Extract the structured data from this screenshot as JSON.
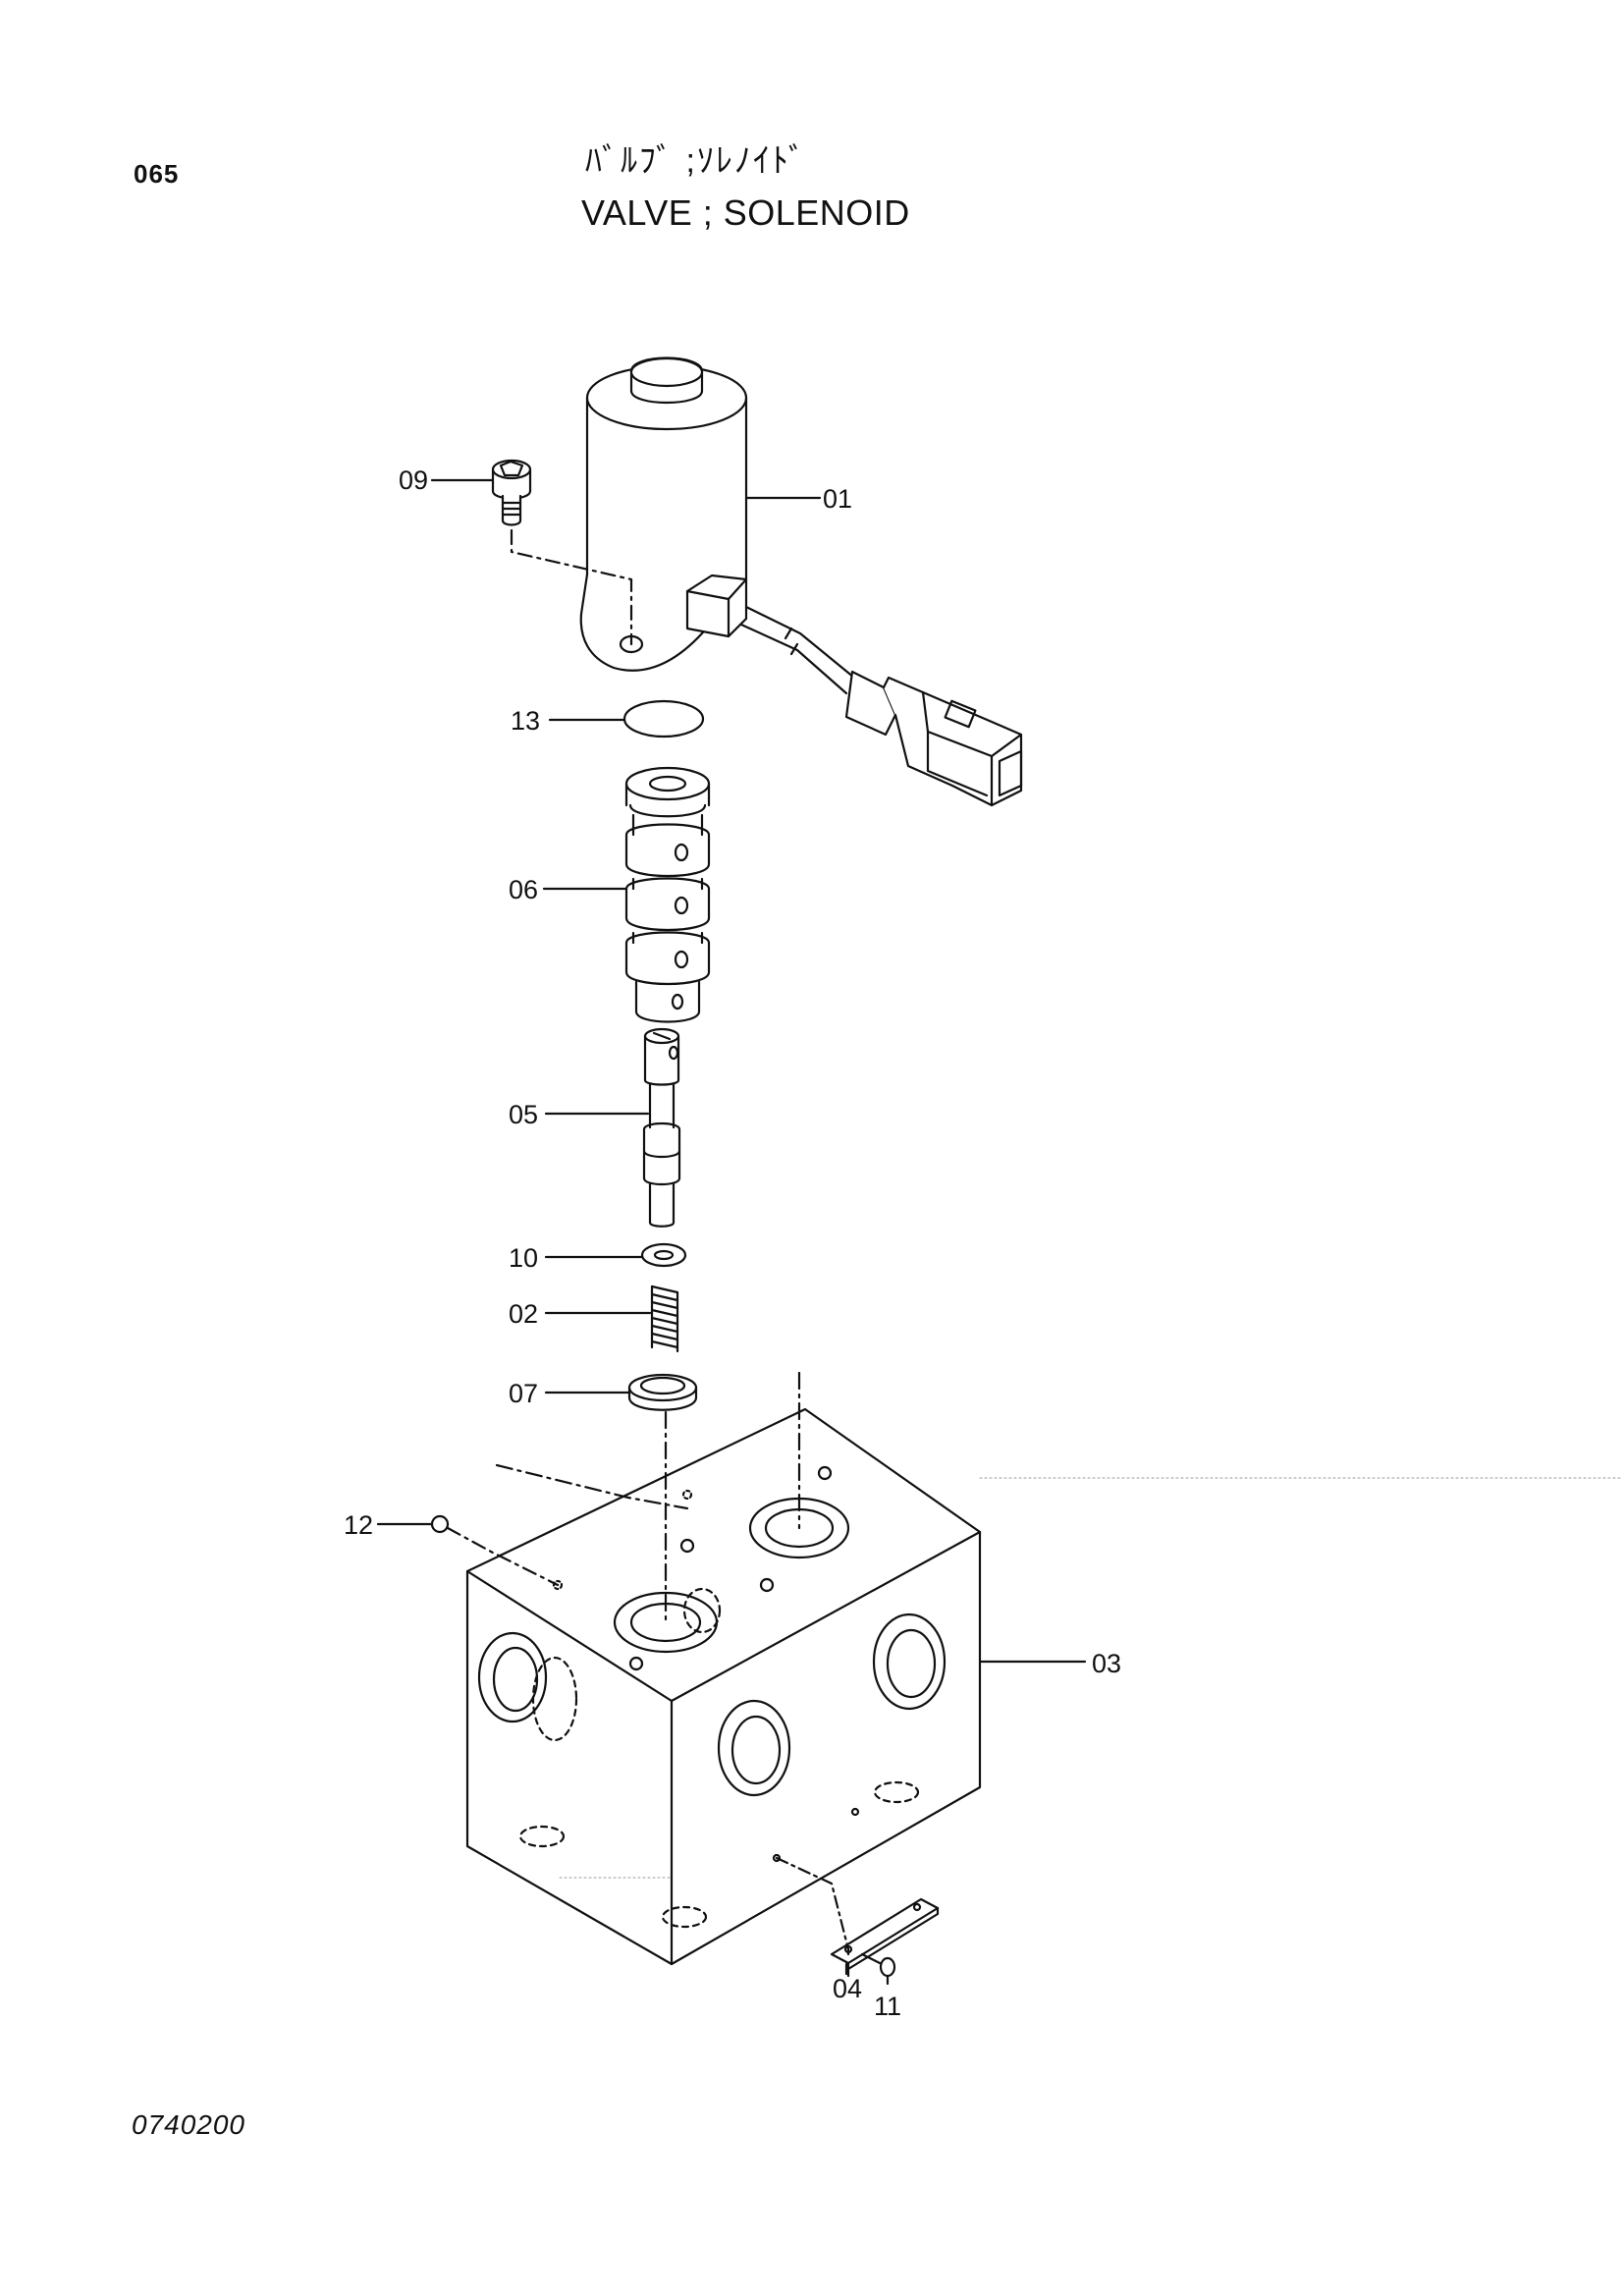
{
  "page": {
    "code": "065",
    "doc_number": "0740200"
  },
  "title": {
    "japanese": "ﾊﾞﾙﾌﾞ ;ｿﾚﾉｲﾄﾞ",
    "english": "VALVE ; SOLENOID"
  },
  "parts": {
    "p01": "01",
    "p02": "02",
    "p03": "03",
    "p04": "04",
    "p05": "05",
    "p06": "06",
    "p07": "07",
    "p09": "09",
    "p10": "10",
    "p11": "11",
    "p12": "12",
    "p13": "13"
  }
}
